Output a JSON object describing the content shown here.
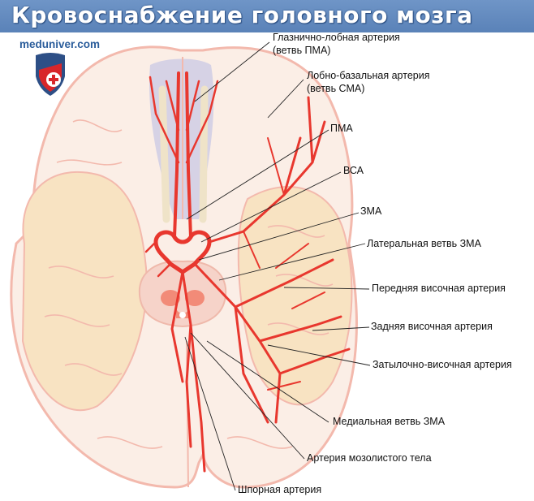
{
  "title": "Кровоснабжение головного мозга",
  "site": "meduniver.com",
  "labels": {
    "orbitofrontal_1": "Глазнично-лобная артерия",
    "orbitofrontal_2": "(ветвь ПМА)",
    "frontobasal_1": "Лобно-базальная артерия",
    "frontobasal_2": "(ветвь СМА)",
    "aca": "ПМА",
    "ica": "ВСА",
    "pca": "ЗМА",
    "lateral_pca": "Латеральная ветвь ЗМА",
    "anterior_temporal": "Передняя височная артерия",
    "posterior_temporal": "Задняя височная артерия",
    "occipitotemporal": "Затылочно-височная артерия",
    "medial_pca": "Медиальная ветвь ЗМА",
    "callosal": "Артерия мозолистого тела",
    "calcarine": "Шпорная артерия"
  },
  "colors": {
    "title_bar": "#6f95c7",
    "artery": "#e8372e",
    "brain_fill": "#fbeee6",
    "brain_edge": "#f3b9ad",
    "temporal_fill": "#f8e3c2",
    "frontal_tint": "#c9c8e4"
  }
}
